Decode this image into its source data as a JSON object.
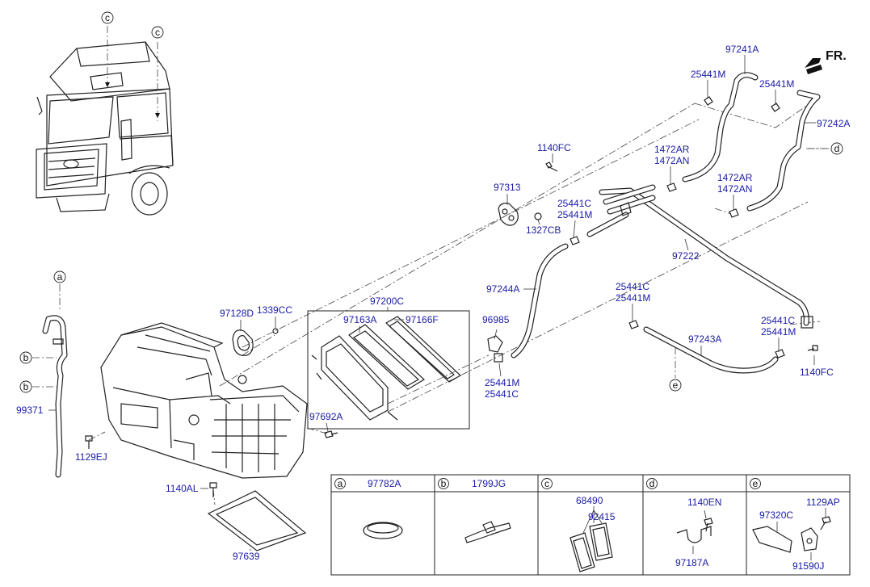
{
  "direction": "FR.",
  "callouts": {
    "a": "a",
    "b": "b",
    "c": "c",
    "d": "d",
    "e": "e"
  },
  "labels": {
    "p97241A": "97241A",
    "p25441M_a": "25441M",
    "p25441M_b": "25441M",
    "p97242A": "97242A",
    "p1140FC_a": "1140FC",
    "p1472AR_a": "1472AR",
    "p1472AN_a": "1472AN",
    "p1472AR_b": "1472AR",
    "p1472AN_b": "1472AN",
    "p97313": "97313",
    "p25441C_a": "25441C",
    "p25441M_c": "25441M",
    "p1327CB": "1327CB",
    "p97222": "97222",
    "p97244A": "97244A",
    "p25441C_b": "25441C",
    "p25441M_d": "25441M",
    "p25441C_c": "25441C",
    "p25441M_e": "25441M",
    "p97243A": "97243A",
    "p1140FC_b": "1140FC",
    "p97128D": "97128D",
    "p1339CC": "1339CC",
    "p97200C": "97200C",
    "p97163A": "97163A",
    "p97166F": "97166F",
    "p96985": "96985",
    "p25441M_f": "25441M",
    "p25441C_d": "25441C",
    "p97692A": "97692A",
    "p99371": "99371",
    "p1129EJ": "1129EJ",
    "p1140AL": "1140AL",
    "p97639": "97639"
  },
  "legend": {
    "a": {
      "key": "a",
      "parts": [
        "97782A"
      ]
    },
    "b": {
      "key": "b",
      "parts": [
        "1799JG"
      ]
    },
    "c": {
      "key": "c",
      "parts": [
        "68490",
        "92415"
      ]
    },
    "d": {
      "key": "d",
      "parts": [
        "1140EN",
        "97187A"
      ]
    },
    "e": {
      "key": "e",
      "parts": [
        "97320C",
        "1129AP",
        "91590J"
      ]
    }
  },
  "colors": {
    "label": "#1a1aa6",
    "line": "#222222"
  }
}
